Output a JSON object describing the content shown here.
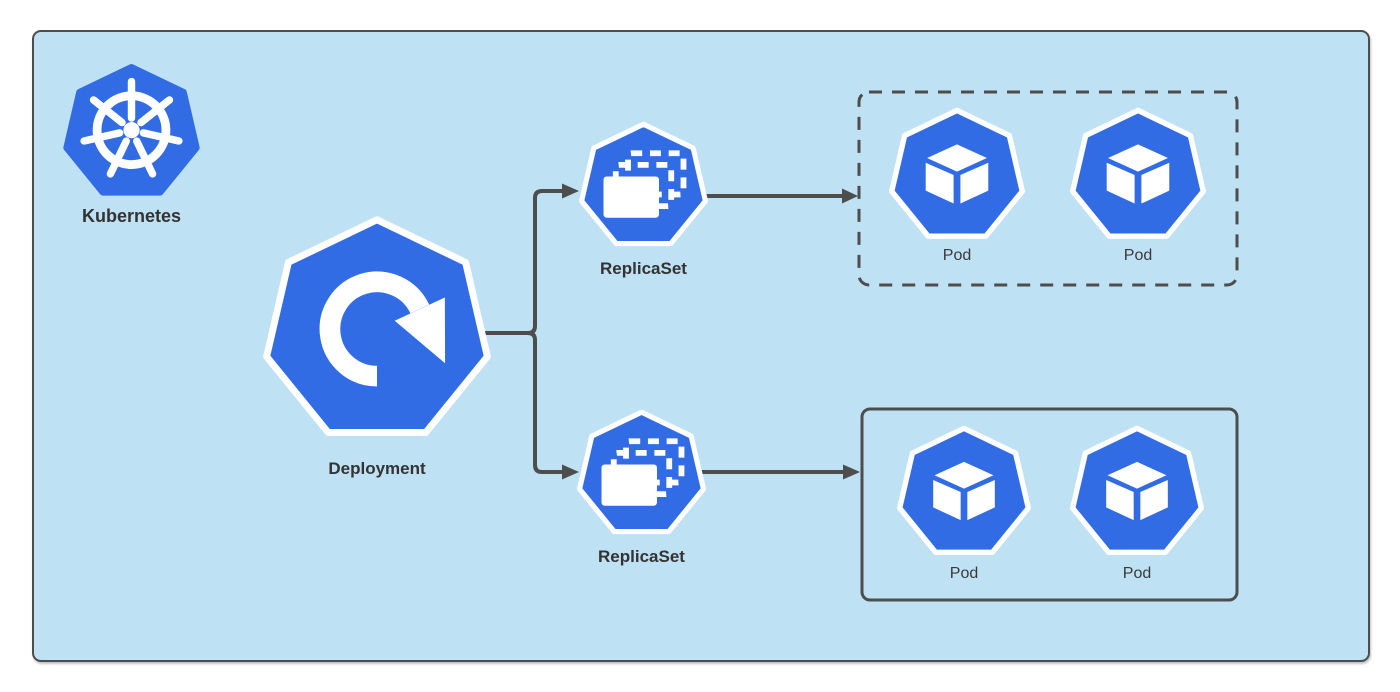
{
  "colors": {
    "node_blue": "#326CE5",
    "node_border_white": "#FFFFFF",
    "canvas_background": "#BEE1F4",
    "canvas_border": "#4D4D4D",
    "connector_gray": "#4D4D4D",
    "label_text": "#333333"
  },
  "nodes": {
    "kubernetes": {
      "label": "Kubernetes",
      "type": "logo",
      "icon": "kubernetes-helm-wheel-icon"
    },
    "deployment": {
      "label": "Deployment",
      "type": "deployment",
      "icon": "rolling-update-circular-arrow-icon"
    },
    "replicaset_top": {
      "label": "ReplicaSet",
      "type": "replicaset",
      "icon": "replicaset-cascading-rects-icon"
    },
    "replicaset_bottom": {
      "label": "ReplicaSet",
      "type": "replicaset",
      "icon": "replicaset-cascading-rects-icon"
    },
    "pod_top_1": {
      "label": "Pod",
      "type": "pod",
      "icon": "pod-cube-icon"
    },
    "pod_top_2": {
      "label": "Pod",
      "type": "pod",
      "icon": "pod-cube-icon"
    },
    "pod_bottom_1": {
      "label": "Pod",
      "type": "pod",
      "icon": "pod-cube-icon"
    },
    "pod_bottom_2": {
      "label": "Pod",
      "type": "pod",
      "icon": "pod-cube-icon"
    }
  },
  "groups": {
    "top": {
      "border_style": "dashed",
      "contains": [
        "pod_top_1",
        "pod_top_2"
      ]
    },
    "bottom": {
      "border_style": "solid",
      "contains": [
        "pod_bottom_1",
        "pod_bottom_2"
      ]
    }
  },
  "connections": [
    {
      "from": "deployment",
      "to": "replicaset_top",
      "arrow": true
    },
    {
      "from": "deployment",
      "to": "replicaset_bottom",
      "arrow": true
    },
    {
      "from": "replicaset_top",
      "to": "group_top",
      "arrow": true
    },
    {
      "from": "replicaset_bottom",
      "to": "group_bottom",
      "arrow": true
    }
  ]
}
